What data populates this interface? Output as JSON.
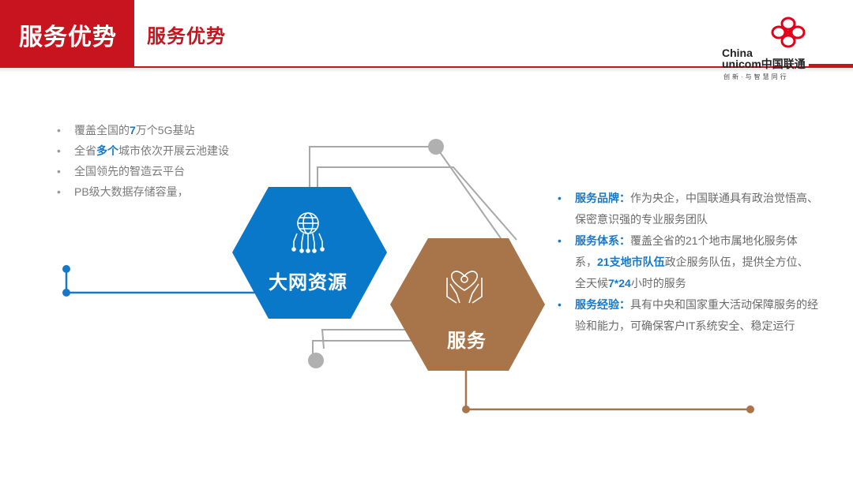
{
  "header": {
    "title": "服务优势",
    "subtitle": "服务优势"
  },
  "logo": {
    "line1": "China",
    "line2_en": "unicom",
    "line2_cn": "中国联通",
    "slogan": "创新·与智慧同行"
  },
  "left_list": [
    {
      "pre": "覆盖全国的",
      "hl": "7",
      "post": "万个5G基站"
    },
    {
      "pre": "全省",
      "hl": "多个",
      "post": "城市依次开展云池建设"
    },
    {
      "pre": "全国领先的智造云平台",
      "hl": "",
      "post": ""
    },
    {
      "pre": "PB级大数据存储容量，",
      "hl": "",
      "post": ""
    }
  ],
  "hexagons": {
    "resource": {
      "label": "大网资源",
      "icon": "globe-network-icon",
      "color": "#0a78c8"
    },
    "service": {
      "label": "服务",
      "icon": "heart-hands-icon",
      "color": "#a8744a"
    }
  },
  "right_list": [
    {
      "key": "服务品牌：",
      "parts": [
        "作为央企，中国联通具有政治觉悟高、保密意识强的专业服务团队"
      ]
    },
    {
      "key": "服务体系：",
      "parts": [
        "覆盖全省的21个地市属地化服务体系，",
        "21支地市队伍",
        "政企服务队伍，提供全方位、全天候",
        "7*24",
        "小时的服务"
      ]
    },
    {
      "key": "服务经验：",
      "parts": [
        "具有中央和国家重大活动保障服务的经验和能力，可确保客户IT系统安全、稳定运行"
      ]
    }
  ],
  "colors": {
    "brand_red": "#c8141e",
    "blue": "#0a78c8",
    "brown": "#a8744a",
    "gray": "#a8a8a8"
  }
}
